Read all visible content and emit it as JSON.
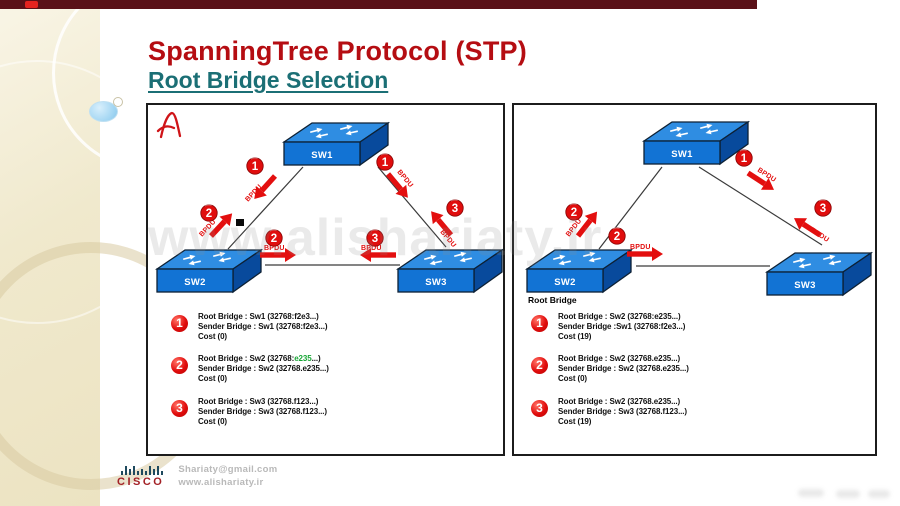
{
  "colors": {
    "title_red": "#b50d12",
    "subtitle_teal": "#1b6f75",
    "arrow_red": "#e30f0f",
    "switch_blue": "#1273d4",
    "highlight_green": "#17a635",
    "cisco_red": "#a32126",
    "sidebar_cream": "#f0e9cd",
    "progress_bar": "#5a1118",
    "playhead": "#e5231f"
  },
  "title": {
    "line1": "SpanningTree Protocol (STP)",
    "line2": "Root Bridge Selection"
  },
  "watermark": "www.alishariaty.ir",
  "bpdu": "BPDU",
  "badges": {
    "n1": "1",
    "n2": "2",
    "n3": "3"
  },
  "left": {
    "sw1": "SW1",
    "sw2": "SW2",
    "sw3": "SW3",
    "steps": [
      {
        "num": "1",
        "root_pre": "Root Bridge : Sw1 (32768:f2e3...)",
        "root_hl": "",
        "root_post": "",
        "sender": "Sender Bridge : Sw1 (32768:f2e3...)",
        "cost": "Cost (0)"
      },
      {
        "num": "2",
        "root_pre": "Root Bridge : Sw2 (32768:",
        "root_hl": "e235",
        "root_post": "...)",
        "sender": "Sender Bridge : Sw2 (32768.e235...)",
        "cost": "Cost (0)"
      },
      {
        "num": "3",
        "root_pre": "Root Bridge : Sw3 (32768.f123...)",
        "root_hl": "",
        "root_post": "",
        "sender": "Sender Bridge : Sw3 (32768.f123...)",
        "cost": "Cost (0)"
      }
    ]
  },
  "right": {
    "sw1": "SW1",
    "sw2": "SW2",
    "sw3": "SW3",
    "root_bridge_caption": "Root Bridge",
    "steps": [
      {
        "num": "1",
        "root_pre": "Root Bridge : Sw2 (32768:e235...)",
        "root_hl": "",
        "root_post": "",
        "sender": "Sender Bridge :Sw1 (32768:f2e3...)",
        "cost": "Cost (19)"
      },
      {
        "num": "2",
        "root_pre": "Root Bridge : Sw2 (32768.e235...)",
        "root_hl": "",
        "root_post": "",
        "sender": "Sender Bridge : Sw2 (32768.e235...)",
        "cost": "Cost (0)"
      },
      {
        "num": "3",
        "root_pre": "Root Bridge : Sw2 (32768.e235...)",
        "root_hl": "",
        "root_post": "",
        "sender": "Sender Bridge : Sw3 (32768.f123...)",
        "cost": "Cost (19)"
      }
    ]
  },
  "footer": {
    "brand": "CISCO",
    "email": "Shariaty@gmail.com",
    "site": "www.alishariaty.ir"
  }
}
